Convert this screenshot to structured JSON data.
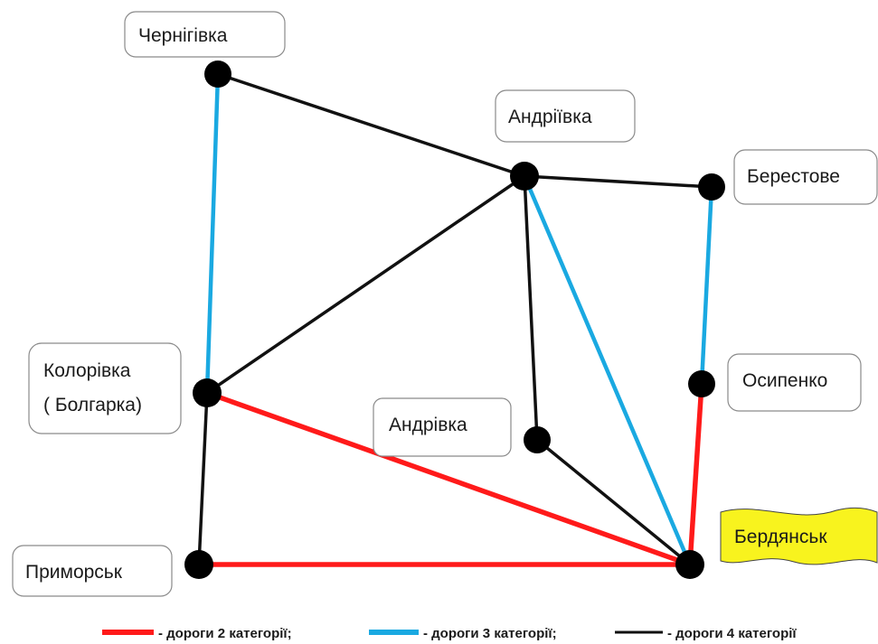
{
  "towns": {
    "chernihivka": "Чернігівка",
    "andriivka": "Андріївка",
    "berestove": "Берестове",
    "kolorivka_line1": "Колорівка",
    "kolorivka_line2": "( Болгарка)",
    "osypenko": "Осипенко",
    "andrivka": "Андрівка",
    "berdiansk": "Бердянськ",
    "prymorsk": "Приморськ"
  },
  "colors": {
    "category_2": "#ff1a1a",
    "category_3": "#1aa9e1",
    "category_4": "#111111",
    "highlight": "#f8f31e",
    "node": "#000000"
  },
  "legend": [
    {
      "label": "- дороги 2 категорії;",
      "color": "#ff1a1a"
    },
    {
      "label": "- дороги 3 категорії;",
      "color": "#1aa9e1"
    },
    {
      "label": "- дороги 4 категорії",
      "color": "#111111"
    }
  ],
  "roads": [
    {
      "from": "chernihivka",
      "to": "kolorivka",
      "category": 3
    },
    {
      "from": "chernihivka",
      "to": "andriivka",
      "category": 4
    },
    {
      "from": "andriivka",
      "to": "berestove",
      "category": 4
    },
    {
      "from": "berestove",
      "to": "osypenko",
      "category": 3
    },
    {
      "from": "osypenko",
      "to": "berdiansk",
      "category": 2
    },
    {
      "from": "andriivka",
      "to": "kolorivka",
      "category": 4
    },
    {
      "from": "andriivka",
      "to": "andrivka",
      "category": 4
    },
    {
      "from": "andriivka",
      "to": "berdiansk",
      "category": 3
    },
    {
      "from": "andrivka",
      "to": "berdiansk",
      "category": 4
    },
    {
      "from": "kolorivka",
      "to": "berdiansk",
      "category": 2
    },
    {
      "from": "kolorivka",
      "to": "prymorsk",
      "category": 4
    },
    {
      "from": "prymorsk",
      "to": "berdiansk",
      "category": 2
    }
  ]
}
